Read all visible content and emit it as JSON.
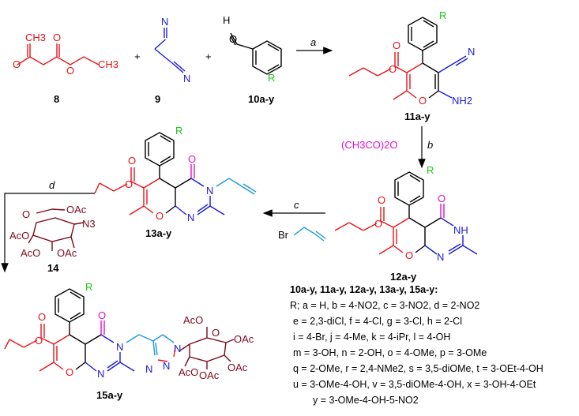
{
  "compounds": {
    "c8": "8",
    "c9": "9",
    "c10": "10a-y",
    "c11": "11a-y",
    "c12": "12a-y",
    "c13": "13a-y",
    "c14": "14",
    "c15": "15a-y"
  },
  "steps": {
    "a": "a",
    "b": "b",
    "c": "c",
    "d": "d",
    "reagent_b": "(CH3CO)2O",
    "reagent_c": "Br"
  },
  "atoms": {
    "O": "O",
    "CH3": "CH3",
    "N": "N",
    "NH": "NH",
    "NH2": "NH2",
    "R": "R",
    "H": "H",
    "OAc": "OAc",
    "AcO": "AcO",
    "N3": "N3",
    "plus": "+"
  },
  "legend": {
    "header": "10a-y, 11a-y, 12a-y, 13a-y, 15a-y:",
    "line1": "R; a = H, b = 4-NO2, c = 3-NO2, d = 2-NO2",
    "line2": "e = 2,3-diCl, f = 4-Cl, g = 3-Cl, h = 2-Cl",
    "line3": "i = 4-Br, j = 4-Me, k = 4-iPr, l = 4-OH",
    "line4": "m = 3-OH, n = 2-OH, o = 4-OMe, p = 3-OMe",
    "line5": "q = 2-OMe, r = 2,4-NMe2, s = 3,5-diOMe, t = 3-OEt-4-OH",
    "line6": "u = 3-OMe-4-OH, v = 3,5-diOMe-4-OH, x = 3-OH-4-OEt",
    "line7": "y = 3-OMe-4-OH-5-NO2"
  }
}
